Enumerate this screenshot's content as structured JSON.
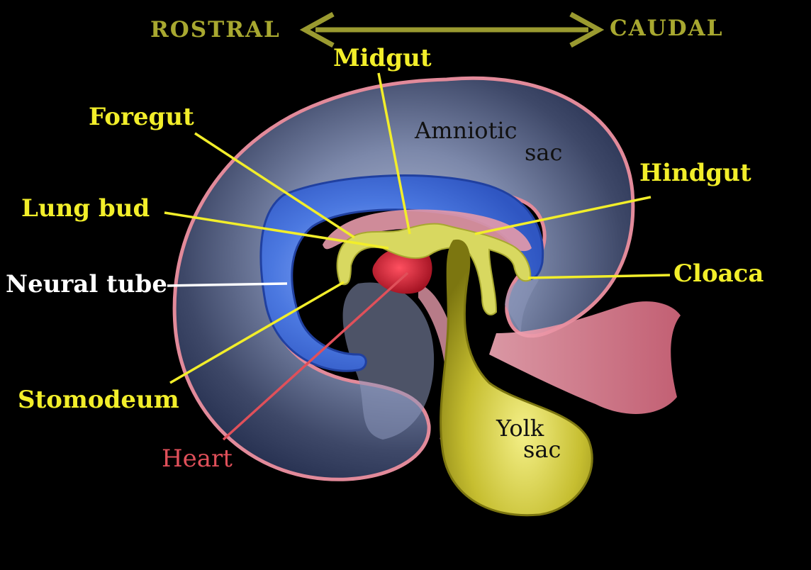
{
  "orientation": {
    "rostral": "ROSTRAL",
    "caudal": "CAUDAL",
    "color": "#9a9a30"
  },
  "labels": {
    "midgut": "Midgut",
    "foregut": "Foregut",
    "lung_bud": "Lung bud",
    "neural_tube": "Neural tube",
    "stomodeum": "Stomodeum",
    "heart": "Heart",
    "hindgut": "Hindgut",
    "cloaca": "Cloaca",
    "amniotic_sac_line1": "Amniotic",
    "amniotic_sac_line2": "sac",
    "yolk_sac_line1": "Yolk",
    "yolk_sac_line2": "sac"
  },
  "colors": {
    "background": "#000000",
    "label_yellow": "#f2ee2a",
    "label_white": "#ffffff",
    "label_heart": "#e0505a",
    "amniotic_gray": "#4a5577",
    "neural_blue": "#3a6ee0",
    "gut_yellow": "#d8d860",
    "yolk_yellow": "#b8b020",
    "tissue_pink": "#e28a9a",
    "heart_red": "#c82030"
  }
}
